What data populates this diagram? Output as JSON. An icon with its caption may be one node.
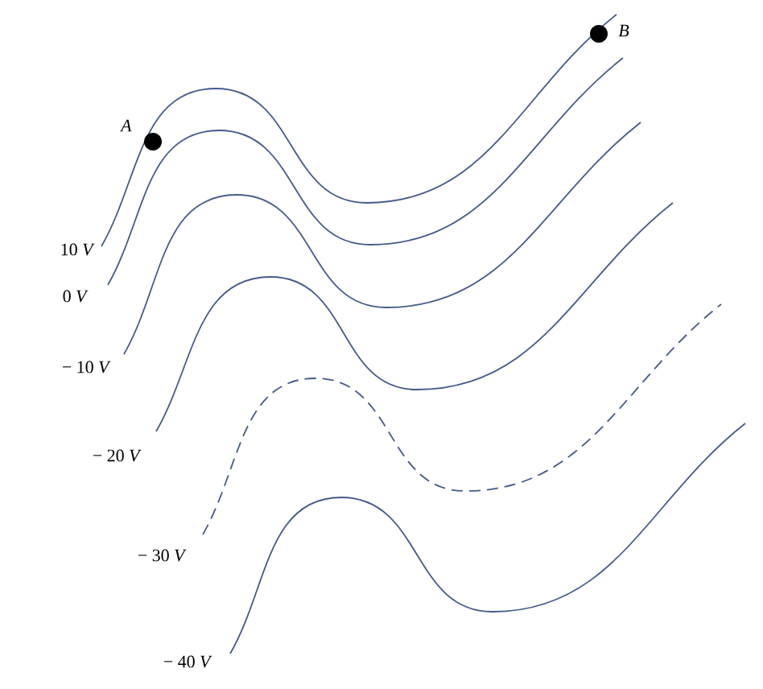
{
  "diagram": {
    "nodes": [
      {
        "text": [],
        "shape": "circle",
        "beside": [
          "*A*"
        ]
      },
      {
        "text": [],
        "shape": "circle",
        "beside": [
          "*B*"
        ]
      }
    ],
    "labels": [
      "10 *V*",
      "0 *V*",
      "− 10 *V*",
      "− 20 *V*",
      "− 30 *V*",
      "− 40 *V*"
    ]
  }
}
